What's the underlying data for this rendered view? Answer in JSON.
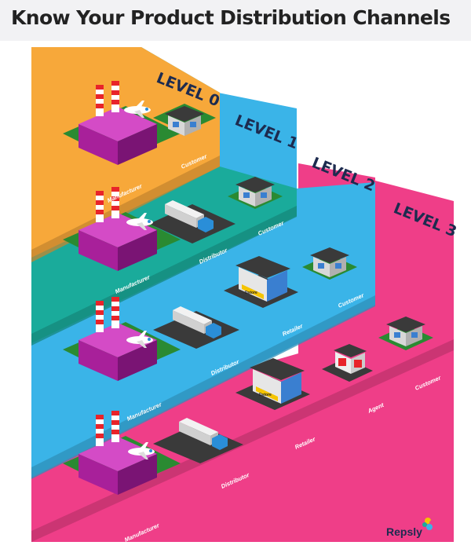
{
  "title": "Know Your Product Distribution Channels",
  "levels": [
    {
      "label": "LEVEL 0",
      "color": "#f7a83a",
      "nodes": [
        "Manufacturer",
        "Customer"
      ]
    },
    {
      "label": "LEVEL 1",
      "color": "#1aab9b",
      "nodes": [
        "Manufacturer",
        "Distributor",
        "Customer"
      ]
    },
    {
      "label": "LEVEL 2",
      "color": "#3ab4e8",
      "nodes": [
        "Manufacturer",
        "Distributor",
        "Retailer",
        "Customer"
      ]
    },
    {
      "label": "LEVEL 3",
      "color": "#ef3e88",
      "nodes": [
        "Manufacturer",
        "Distributor",
        "Retailer",
        "Agent",
        "Customer"
      ]
    }
  ],
  "store_sign": "Dstore",
  "brand": "Repsly",
  "colors": {
    "factory": "#a8209a",
    "ground": "#2a8a32",
    "road": "#3a3a3a",
    "truck_cab": "#2a8ed8",
    "store_glass": "#3a7fd0",
    "house_roof": "#3a3a3a",
    "chimney_red": "#e8242a",
    "text_dark": "#1d2b4f"
  }
}
